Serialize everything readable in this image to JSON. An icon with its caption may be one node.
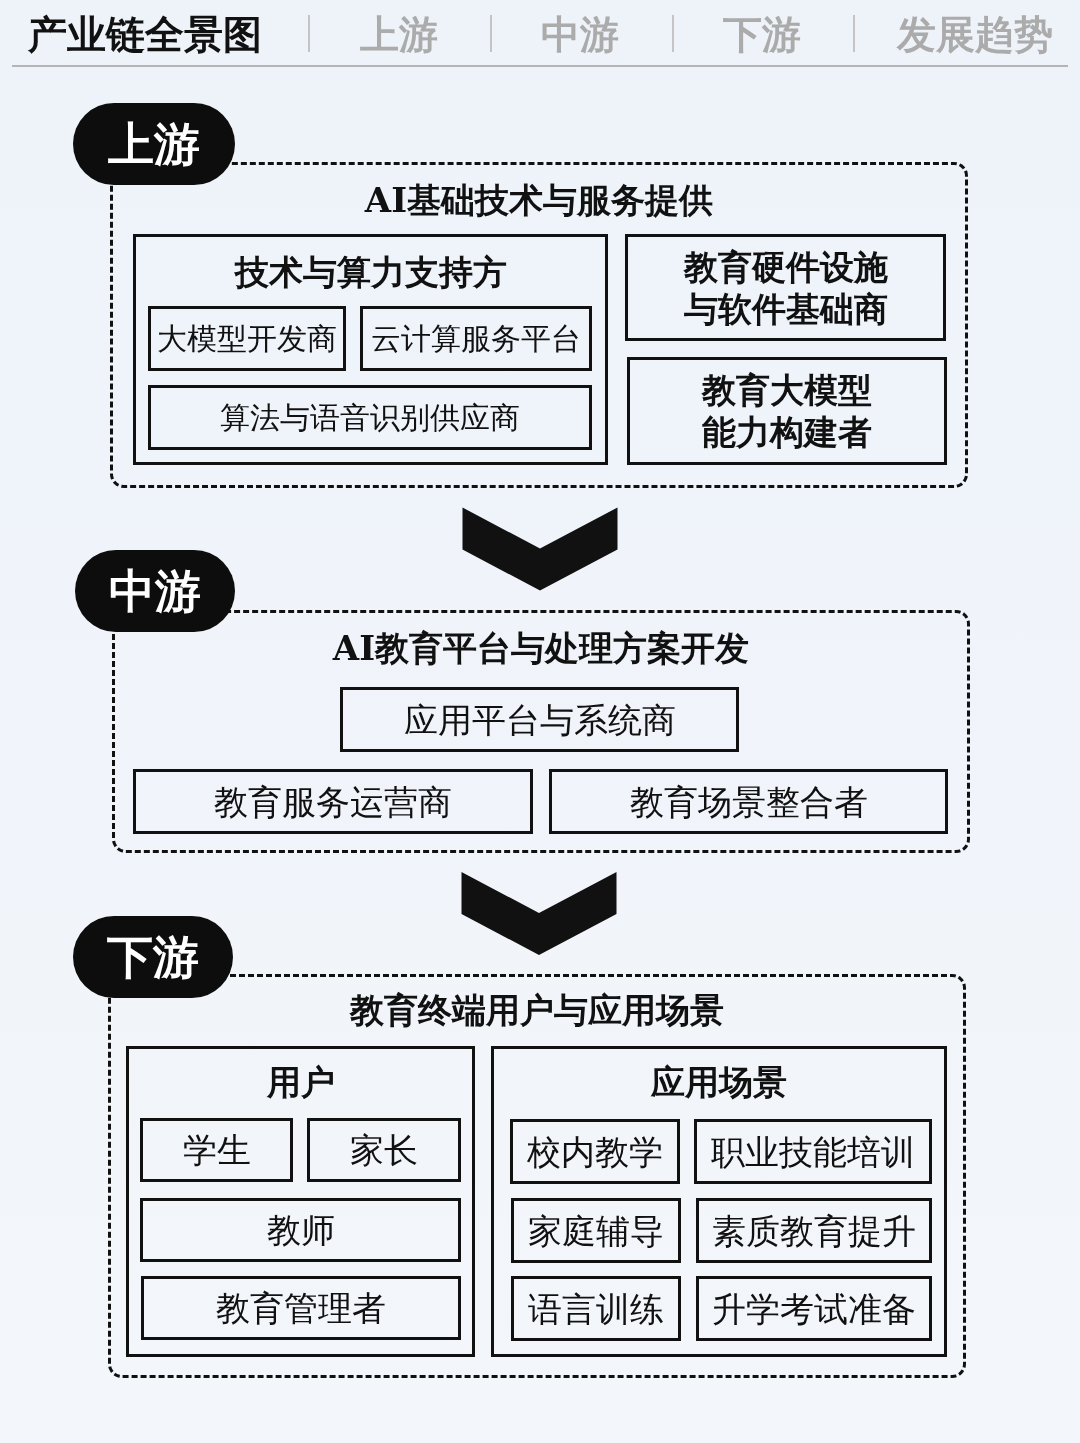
{
  "diagram": {
    "nodes": [
      {
        "text": [
          "上游"
        ]
      },
      {
        "text": [
          "AI基础技术与服务提供"
        ]
      },
      {
        "text": [
          "技术与算力支持方"
        ],
        "in": 1
      },
      {
        "text": [
          "大模型开发商"
        ],
        "in": 2
      },
      {
        "text": [
          "云计算服务平台"
        ],
        "in": 2
      },
      {
        "text": [
          "算法与语音识别供应商"
        ],
        "in": 2
      },
      {
        "text": [
          "教育硬件设施与软件基础商"
        ],
        "in": 1
      },
      {
        "text": [
          "教育大模型能力构建者"
        ],
        "in": 1
      },
      {
        "text": [
          "中游"
        ]
      },
      {
        "text": [
          "AI教育平台与处理方案开发"
        ]
      },
      {
        "text": [
          "应用平台与系统商"
        ],
        "in": 9
      },
      {
        "text": [
          "教育服务运营商"
        ],
        "in": 9
      },
      {
        "text": [
          "教育场景整合者"
        ],
        "in": 9
      },
      {
        "text": [
          "下游"
        ]
      },
      {
        "text": [
          "教育终端用户与应用场景"
        ]
      },
      {
        "text": [
          "用户"
        ],
        "in": 14
      },
      {
        "text": [
          "学生"
        ],
        "in": 15
      },
      {
        "text": [
          "家长"
        ],
        "in": 15
      },
      {
        "text": [
          "教师"
        ],
        "in": 15
      },
      {
        "text": [
          "教育管理者"
        ],
        "in": 15
      },
      {
        "text": [
          "应用场景"
        ],
        "in": 14
      },
      {
        "text": [
          "校内教学"
        ],
        "in": 20
      },
      {
        "text": [
          "职业技能培训"
        ],
        "in": 20
      },
      {
        "text": [
          "家庭辅导"
        ],
        "in": 20
      },
      {
        "text": [
          "素质教育提升"
        ],
        "in": 20
      },
      {
        "text": [
          "语言训练"
        ],
        "in": 20
      },
      {
        "text": [
          "升学考试准备"
        ],
        "in": 20
      }
    ],
    "edges": [
      {
        "from": 1,
        "to": 9,
        "arrow": "to"
      },
      {
        "from": 9,
        "to": 14,
        "arrow": "to"
      }
    ],
    "labels": [
      "产业链全景图",
      "上游",
      "中游",
      "下游",
      "发展趋势"
    ]
  }
}
